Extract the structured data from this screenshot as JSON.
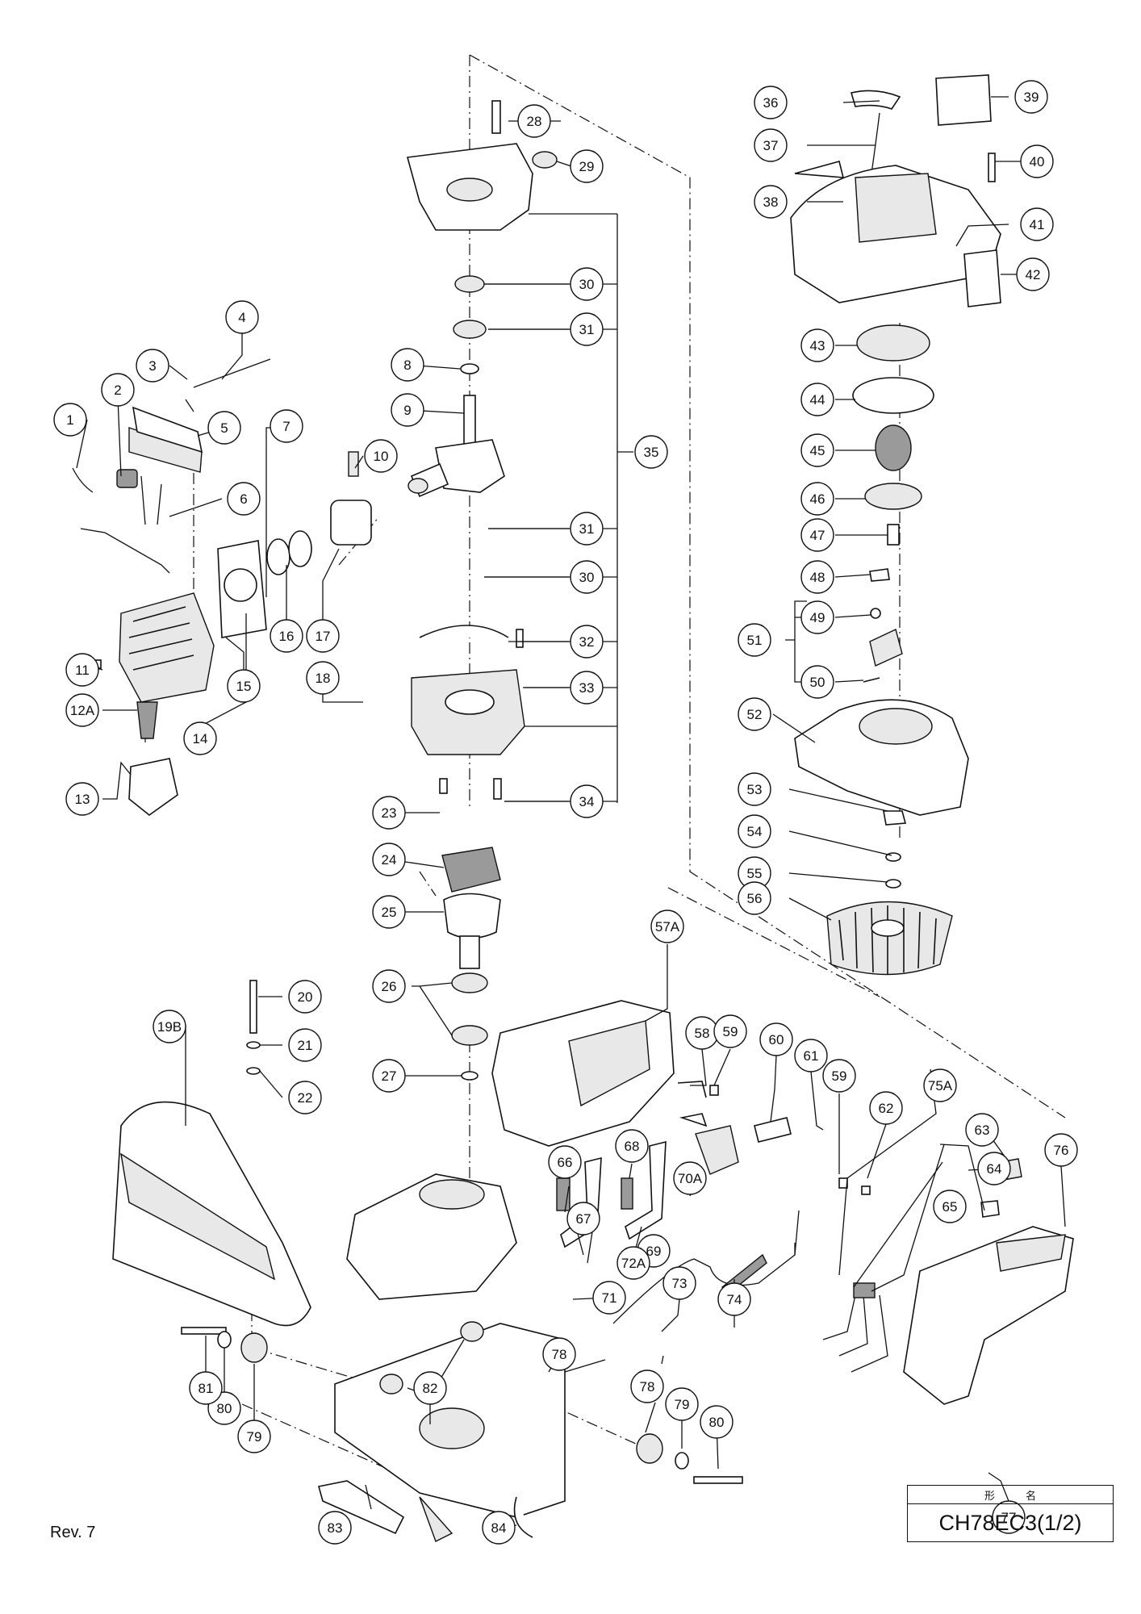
{
  "document": {
    "revision": "Rev. 7",
    "title_header": [
      "形",
      "名"
    ],
    "model": "CH78EC3(1/2)"
  },
  "callouts": [
    "1",
    "2",
    "3",
    "4",
    "5",
    "6",
    "7",
    "8",
    "9",
    "10",
    "11",
    "12A",
    "13",
    "14",
    "15",
    "16",
    "17",
    "18",
    "19B",
    "20",
    "21",
    "22",
    "23",
    "24",
    "25",
    "26",
    "27",
    "28",
    "29",
    "30",
    "30",
    "31",
    "31",
    "32",
    "33",
    "34",
    "35",
    "36",
    "37",
    "38",
    "39",
    "40",
    "41",
    "42",
    "43",
    "44",
    "45",
    "46",
    "47",
    "48",
    "49",
    "50",
    "51",
    "52",
    "53",
    "54",
    "55",
    "56",
    "57A",
    "58",
    "59",
    "59",
    "60",
    "61",
    "62",
    "63",
    "64",
    "65",
    "66",
    "67",
    "68",
    "69",
    "70A",
    "71",
    "72A",
    "73",
    "74",
    "75A",
    "76",
    "77",
    "78",
    "78",
    "79",
    "79",
    "80",
    "80",
    "81",
    "82",
    "83",
    "84"
  ]
}
